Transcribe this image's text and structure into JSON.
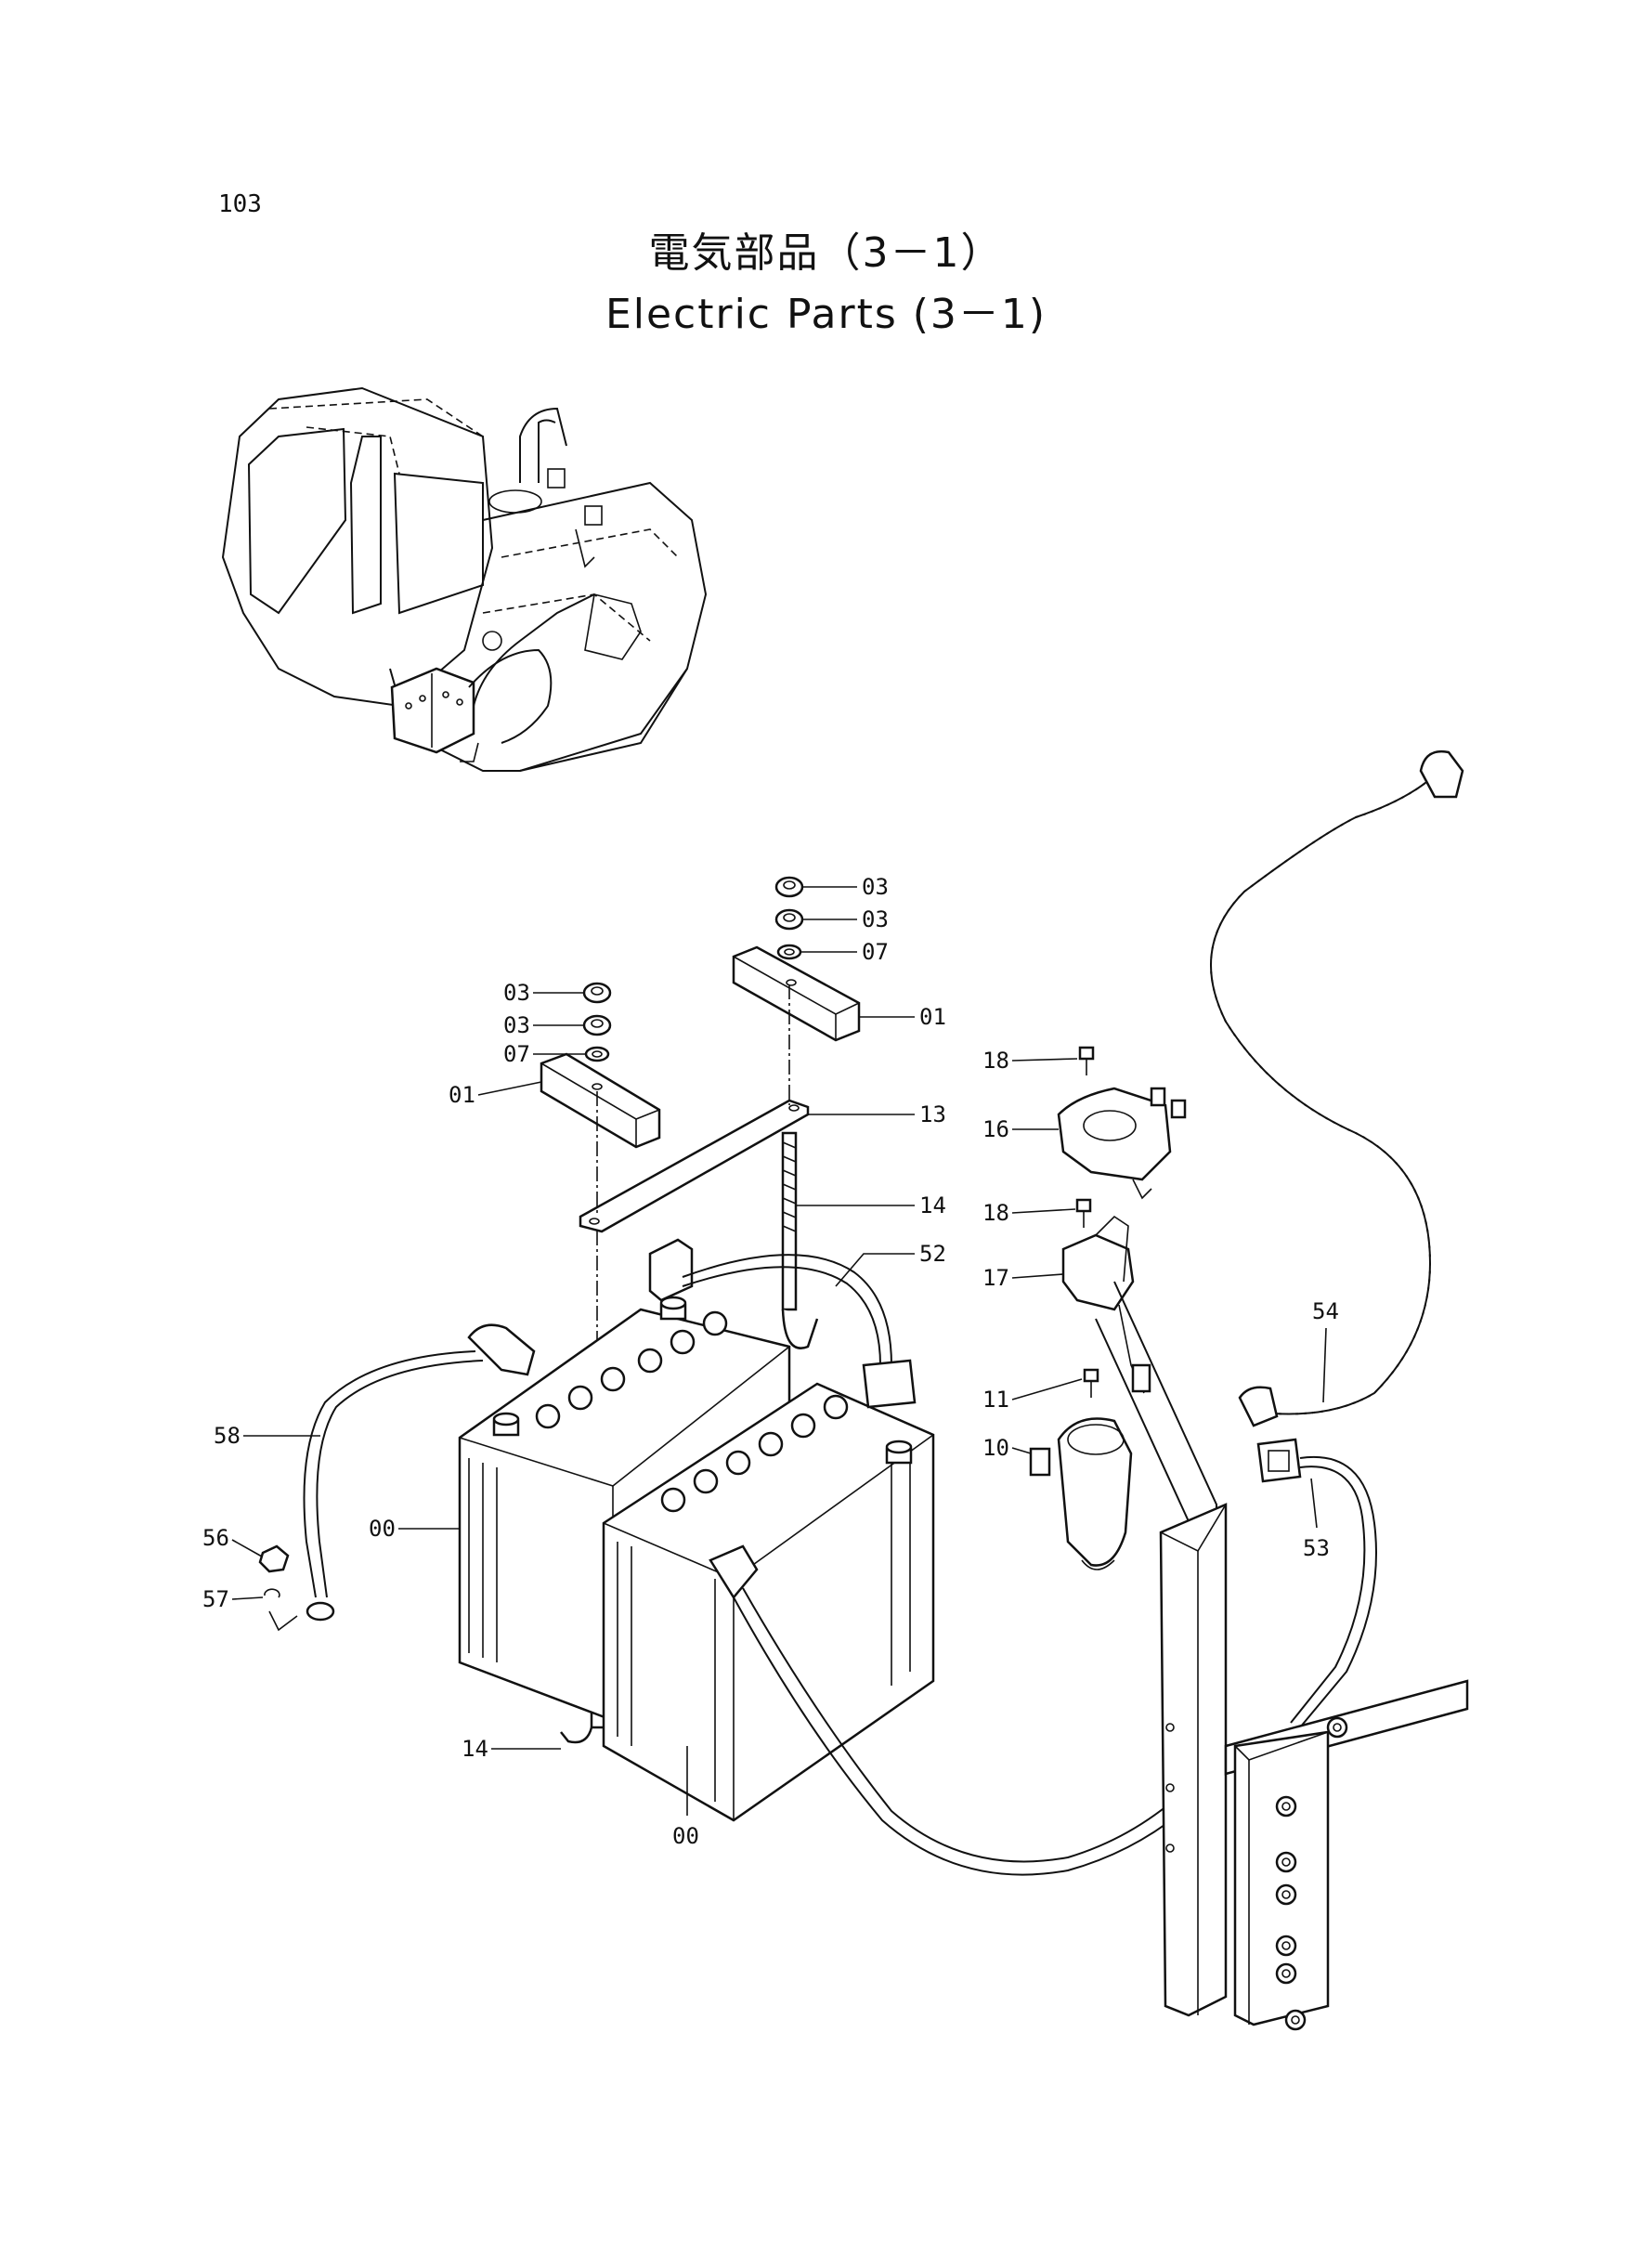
{
  "page": {
    "number": "103"
  },
  "title": {
    "japanese": "電気部品（3－1）",
    "english": "Electric Parts (3－1)"
  },
  "callouts": [
    {
      "id": "c-03a",
      "label": "03"
    },
    {
      "id": "c-03b",
      "label": "03"
    },
    {
      "id": "c-07a",
      "label": "07"
    },
    {
      "id": "c-01a",
      "label": "01"
    },
    {
      "id": "c-03c",
      "label": "03"
    },
    {
      "id": "c-03d",
      "label": "03"
    },
    {
      "id": "c-07b",
      "label": "07"
    },
    {
      "id": "c-01b",
      "label": "01"
    },
    {
      "id": "c-13",
      "label": "13"
    },
    {
      "id": "c-14a",
      "label": "14"
    },
    {
      "id": "c-52",
      "label": "52"
    },
    {
      "id": "c-18a",
      "label": "18"
    },
    {
      "id": "c-16",
      "label": "16"
    },
    {
      "id": "c-18b",
      "label": "18"
    },
    {
      "id": "c-17",
      "label": "17"
    },
    {
      "id": "c-54",
      "label": "54"
    },
    {
      "id": "c-11",
      "label": "11"
    },
    {
      "id": "c-10",
      "label": "10"
    },
    {
      "id": "c-53",
      "label": "53"
    },
    {
      "id": "c-58",
      "label": "58"
    },
    {
      "id": "c-00a",
      "label": "00"
    },
    {
      "id": "c-56",
      "label": "56"
    },
    {
      "id": "c-57",
      "label": "57"
    },
    {
      "id": "c-14b",
      "label": "14"
    },
    {
      "id": "c-00b",
      "label": "00"
    }
  ]
}
